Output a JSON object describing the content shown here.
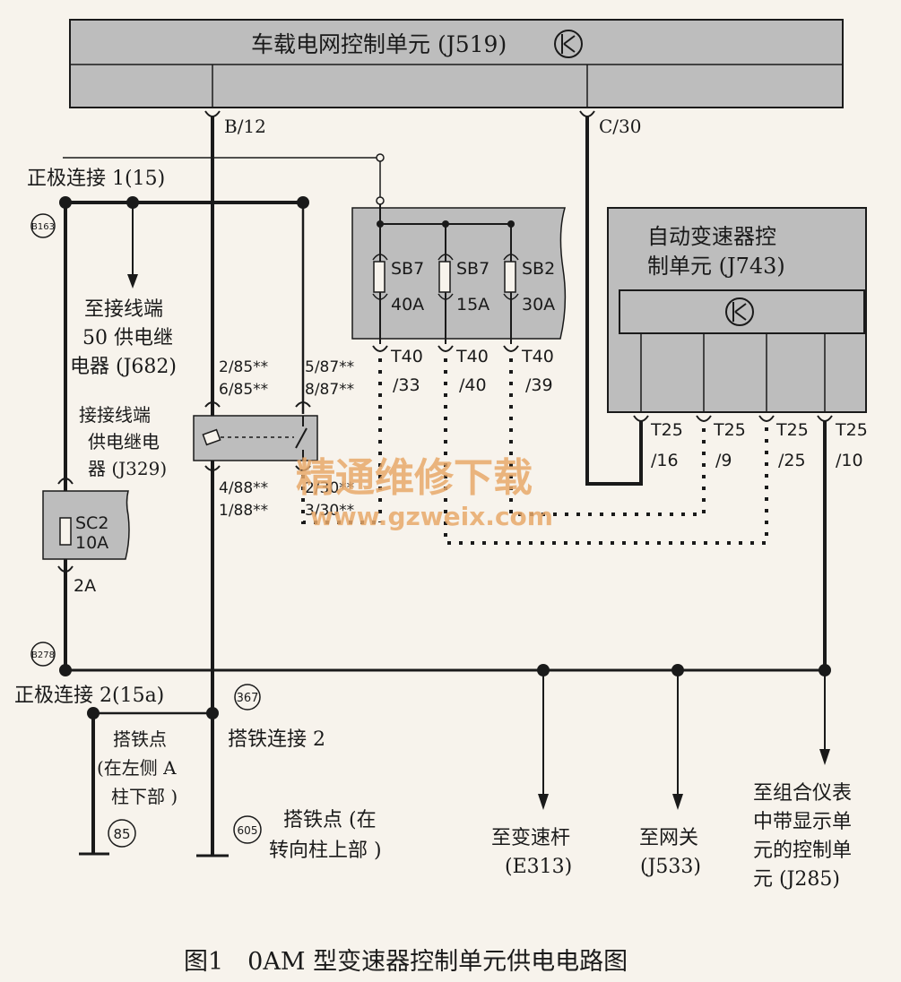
{
  "colors": {
    "box": "#bdbdbd",
    "wire": "#1a1a1a",
    "paper": "#f7f3ec",
    "watermark": "#e8a86a"
  },
  "j519": {
    "title": "车载电网控制单元 (J519)",
    "pin_left": "B/12",
    "pin_right": "C/30"
  },
  "positive1": "正极连接 1(15)",
  "positive2": "正极连接 2(15a)",
  "nodes": {
    "b163": "B163",
    "b278": "B278",
    "n367": "367",
    "n85": "85",
    "n605": "605"
  },
  "to_j682": [
    "至接线端",
    "50 供电继",
    "电器 (J682)"
  ],
  "j329": [
    "接接线端",
    "供电继电",
    "器 (J329)"
  ],
  "j329_pins": {
    "p1": "2/85**",
    "p2": "6/85**",
    "p3": "5/87**",
    "p4": "8/87**",
    "p5": "4/88**",
    "p6": "1/88**",
    "p7": "2/30**",
    "p8": "3/30**"
  },
  "sc2": {
    "name": "SC2",
    "rating": "10A",
    "pin": "2A"
  },
  "fuses": [
    {
      "name": "SB7",
      "rating": "40A",
      "pin_a": "T40",
      "pin_b": "/33"
    },
    {
      "name": "SB7",
      "rating": "15A",
      "pin_a": "T40",
      "pin_b": "/40"
    },
    {
      "name": "SB2",
      "rating": "30A",
      "pin_a": "T40",
      "pin_b": "/39"
    }
  ],
  "j743": {
    "title_line1": "自动变速器控",
    "title_line2": "制单元 (J743)"
  },
  "t25_pins": [
    {
      "a": "T25",
      "b": "/16"
    },
    {
      "a": "T25",
      "b": "/9"
    },
    {
      "a": "T25",
      "b": "/25"
    },
    {
      "a": "T25",
      "b": "/10"
    }
  ],
  "ground_conn2": "搭铁连接 2",
  "ground85": [
    "搭铁点",
    "(在左侧 A",
    "柱下部 )"
  ],
  "ground605": [
    "搭铁点 (在",
    "转向柱上部 )"
  ],
  "to_e313": [
    "至变速杆",
    "(E313)"
  ],
  "to_j533": [
    "至网关",
    "(J533)"
  ],
  "to_j285": [
    "至组合仪表",
    "中带显示单",
    "元的控制单",
    "元 (J285)"
  ],
  "watermark": {
    "cn": "精通维修下载",
    "url": "www.gzweix.com"
  },
  "caption": "图1　0AM 型变速器控制单元供电电路图"
}
